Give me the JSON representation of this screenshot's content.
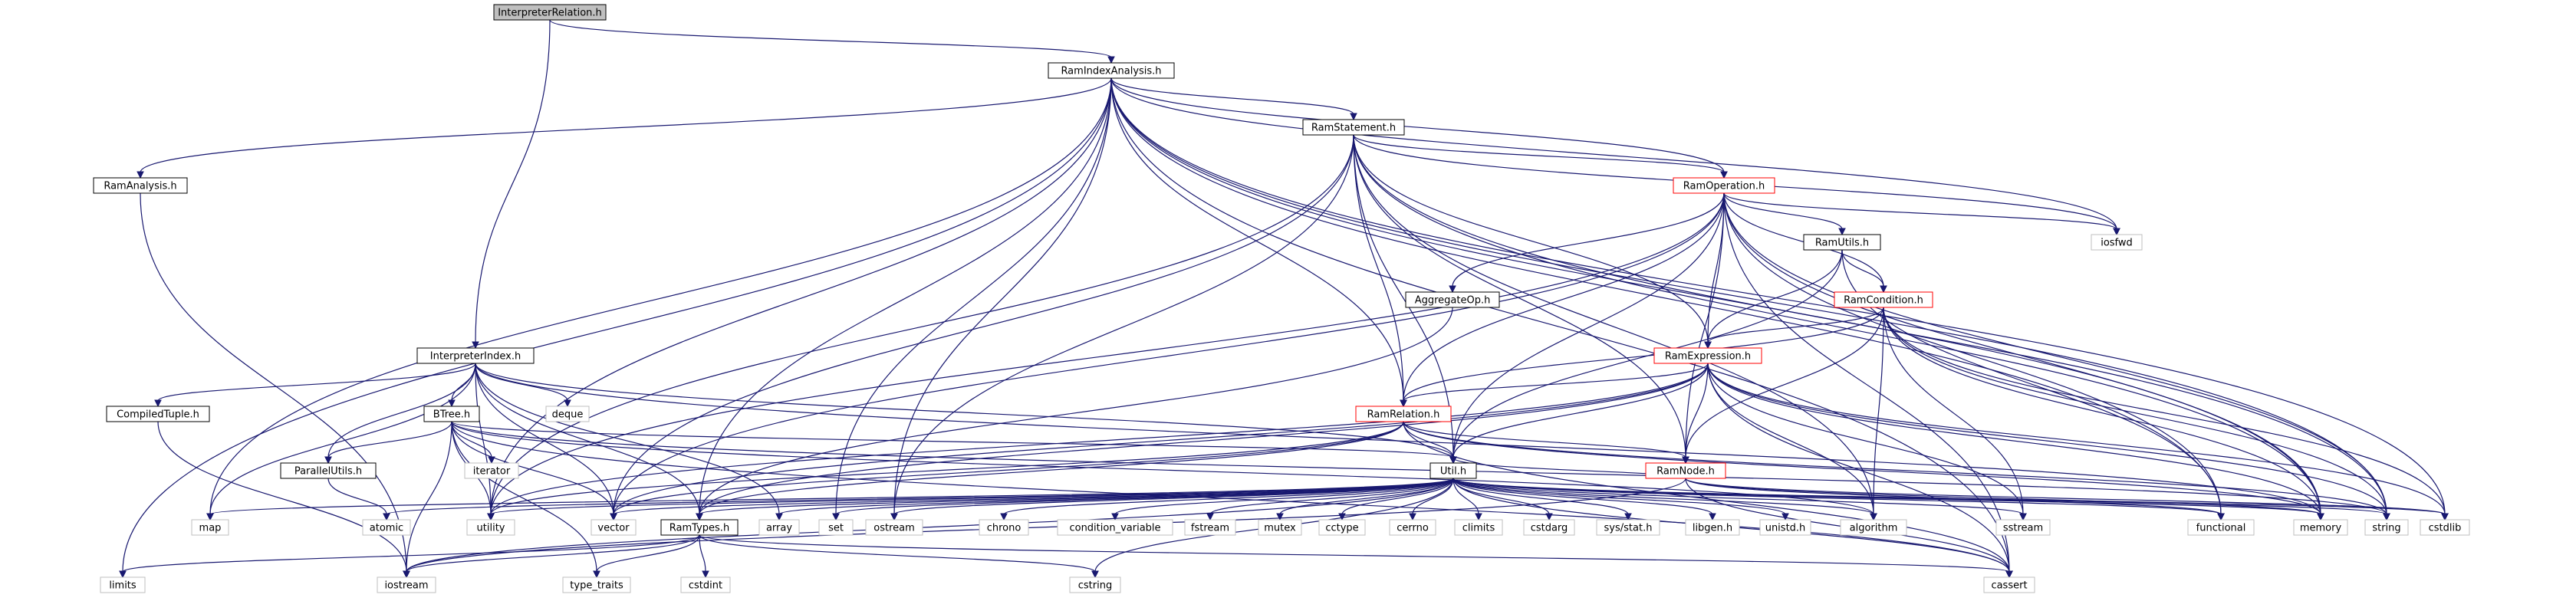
{
  "colors": {
    "edge": "#191970",
    "focus_fill": "#bfbfbf",
    "normal_fill": "#ffffff",
    "normal_border": "#000000",
    "truncated_border": "#ff0000",
    "external_border": "#bfbfbf",
    "text": "#000000",
    "truncated_text": "#000000"
  },
  "nodes": [
    {
      "id": "n_interp_rel",
      "label": "InterpreterRelation.h",
      "kind": "focus",
      "clickable": false
    },
    {
      "id": "n_ramindex",
      "label": "RamIndexAnalysis.h",
      "kind": "normal",
      "clickable": true
    },
    {
      "id": "n_ramstatement",
      "label": "RamStatement.h",
      "kind": "normal",
      "clickable": true
    },
    {
      "id": "n_ramanalysis",
      "label": "RamAnalysis.h",
      "kind": "normal",
      "clickable": true
    },
    {
      "id": "n_interpindex",
      "label": "InterpreterIndex.h",
      "kind": "normal",
      "clickable": true
    },
    {
      "id": "n_ramoperation",
      "label": "RamOperation.h",
      "kind": "truncated",
      "clickable": true
    },
    {
      "id": "n_iosfwd",
      "label": "iosfwd",
      "kind": "external",
      "clickable": false
    },
    {
      "id": "n_ramutils",
      "label": "RamUtils.h",
      "kind": "normal",
      "clickable": true
    },
    {
      "id": "n_aggregateop",
      "label": "AggregateOp.h",
      "kind": "normal",
      "clickable": true
    },
    {
      "id": "n_ramcondition",
      "label": "RamCondition.h",
      "kind": "truncated",
      "clickable": true
    },
    {
      "id": "n_ramexpression",
      "label": "RamExpression.h",
      "kind": "truncated",
      "clickable": true
    },
    {
      "id": "n_compiledtuple",
      "label": "CompiledTuple.h",
      "kind": "normal",
      "clickable": true
    },
    {
      "id": "n_btree",
      "label": "BTree.h",
      "kind": "normal",
      "clickable": true
    },
    {
      "id": "n_deque",
      "label": "deque",
      "kind": "external",
      "clickable": false
    },
    {
      "id": "n_ramrelation",
      "label": "RamRelation.h",
      "kind": "truncated",
      "clickable": true
    },
    {
      "id": "n_parallelutils",
      "label": "ParallelUtils.h",
      "kind": "normal",
      "clickable": true
    },
    {
      "id": "n_iterator",
      "label": "iterator",
      "kind": "external",
      "clickable": false
    },
    {
      "id": "n_util",
      "label": "Util.h",
      "kind": "normal",
      "clickable": true
    },
    {
      "id": "n_ramnode",
      "label": "RamNode.h",
      "kind": "truncated",
      "clickable": true
    },
    {
      "id": "n_map",
      "label": "map",
      "kind": "external",
      "clickable": false
    },
    {
      "id": "n_atomic",
      "label": "atomic",
      "kind": "external",
      "clickable": false
    },
    {
      "id": "n_utility",
      "label": "utility",
      "kind": "external",
      "clickable": false
    },
    {
      "id": "n_vector",
      "label": "vector",
      "kind": "external",
      "clickable": false
    },
    {
      "id": "n_ramtypes",
      "label": "RamTypes.h",
      "kind": "normal",
      "clickable": true
    },
    {
      "id": "n_array",
      "label": "array",
      "kind": "external",
      "clickable": false
    },
    {
      "id": "n_set",
      "label": "set",
      "kind": "external",
      "clickable": false
    },
    {
      "id": "n_ostream",
      "label": "ostream",
      "kind": "external",
      "clickable": false
    },
    {
      "id": "n_chrono",
      "label": "chrono",
      "kind": "external",
      "clickable": false
    },
    {
      "id": "n_condvar",
      "label": "condition_variable",
      "kind": "external",
      "clickable": false
    },
    {
      "id": "n_fstream",
      "label": "fstream",
      "kind": "external",
      "clickable": false
    },
    {
      "id": "n_mutex",
      "label": "mutex",
      "kind": "external",
      "clickable": false
    },
    {
      "id": "n_cctype",
      "label": "cctype",
      "kind": "external",
      "clickable": false
    },
    {
      "id": "n_cerrno",
      "label": "cerrno",
      "kind": "external",
      "clickable": false
    },
    {
      "id": "n_climits",
      "label": "climits",
      "kind": "external",
      "clickable": false
    },
    {
      "id": "n_cstdarg",
      "label": "cstdarg",
      "kind": "external",
      "clickable": false
    },
    {
      "id": "n_sysstat",
      "label": "sys/stat.h",
      "kind": "external",
      "clickable": false
    },
    {
      "id": "n_libgen",
      "label": "libgen.h",
      "kind": "external",
      "clickable": false
    },
    {
      "id": "n_unistd",
      "label": "unistd.h",
      "kind": "external",
      "clickable": false
    },
    {
      "id": "n_algorithm",
      "label": "algorithm",
      "kind": "external",
      "clickable": false
    },
    {
      "id": "n_sstream",
      "label": "sstream",
      "kind": "external",
      "clickable": false
    },
    {
      "id": "n_functional",
      "label": "functional",
      "kind": "external",
      "clickable": false
    },
    {
      "id": "n_memory",
      "label": "memory",
      "kind": "external",
      "clickable": false
    },
    {
      "id": "n_string",
      "label": "string",
      "kind": "external",
      "clickable": false
    },
    {
      "id": "n_cstdlib",
      "label": "cstdlib",
      "kind": "external",
      "clickable": false
    },
    {
      "id": "n_limits",
      "label": "limits",
      "kind": "external",
      "clickable": false
    },
    {
      "id": "n_iostream",
      "label": "iostream",
      "kind": "external",
      "clickable": false
    },
    {
      "id": "n_typetraits",
      "label": "type_traits",
      "kind": "external",
      "clickable": false
    },
    {
      "id": "n_cstdint",
      "label": "cstdint",
      "kind": "external",
      "clickable": false
    },
    {
      "id": "n_cstring",
      "label": "cstring",
      "kind": "external",
      "clickable": false
    },
    {
      "id": "n_cassert",
      "label": "cassert",
      "kind": "external",
      "clickable": false
    }
  ],
  "edges": [
    [
      "n_interp_rel",
      "n_ramindex"
    ],
    [
      "n_interp_rel",
      "n_interpindex"
    ],
    [
      "n_ramindex",
      "n_ramstatement"
    ],
    [
      "n_ramindex",
      "n_ramanalysis"
    ],
    [
      "n_ramindex",
      "n_ramoperation"
    ],
    [
      "n_ramindex",
      "n_ramrelation"
    ],
    [
      "n_ramindex",
      "n_ramtypes"
    ],
    [
      "n_ramindex",
      "n_iosfwd"
    ],
    [
      "n_ramindex",
      "n_map"
    ],
    [
      "n_ramindex",
      "n_utility"
    ],
    [
      "n_ramindex",
      "n_set"
    ],
    [
      "n_ramindex",
      "n_limits"
    ],
    [
      "n_ramindex",
      "n_memory"
    ],
    [
      "n_ramindex",
      "n_string"
    ],
    [
      "n_ramindex",
      "n_cstdlib"
    ],
    [
      "n_ramindex",
      "n_cassert"
    ],
    [
      "n_ramindex",
      "n_functional"
    ],
    [
      "n_ramindex",
      "n_ostream"
    ],
    [
      "n_ramstatement",
      "n_ramoperation"
    ],
    [
      "n_ramstatement",
      "n_ramexpression"
    ],
    [
      "n_ramstatement",
      "n_ramrelation"
    ],
    [
      "n_ramstatement",
      "n_ramnode"
    ],
    [
      "n_ramstatement",
      "n_util"
    ],
    [
      "n_ramstatement",
      "n_vector"
    ],
    [
      "n_ramstatement",
      "n_utility"
    ],
    [
      "n_ramstatement",
      "n_string"
    ],
    [
      "n_ramstatement",
      "n_memory"
    ],
    [
      "n_ramstatement",
      "n_ostream"
    ],
    [
      "n_ramstatement",
      "n_algorithm"
    ],
    [
      "n_ramstatement",
      "n_iosfwd"
    ],
    [
      "n_ramanalysis",
      "n_iostream"
    ],
    [
      "n_interpindex",
      "n_compiledtuple"
    ],
    [
      "n_interpindex",
      "n_btree"
    ],
    [
      "n_interpindex",
      "n_deque"
    ],
    [
      "n_interpindex",
      "n_parallelutils"
    ],
    [
      "n_interpindex",
      "n_ramtypes"
    ],
    [
      "n_interpindex",
      "n_util"
    ],
    [
      "n_interpindex",
      "n_map"
    ],
    [
      "n_interpindex",
      "n_utility"
    ],
    [
      "n_interpindex",
      "n_vector"
    ],
    [
      "n_interpindex",
      "n_array"
    ],
    [
      "n_interpindex",
      "n_memory"
    ],
    [
      "n_ramoperation",
      "n_ramutils"
    ],
    [
      "n_ramoperation",
      "n_aggregateop"
    ],
    [
      "n_ramoperation",
      "n_ramcondition"
    ],
    [
      "n_ramoperation",
      "n_ramexpression"
    ],
    [
      "n_ramoperation",
      "n_ramrelation"
    ],
    [
      "n_ramoperation",
      "n_ramnode"
    ],
    [
      "n_ramoperation",
      "n_util"
    ],
    [
      "n_ramoperation",
      "n_iosfwd"
    ],
    [
      "n_ramoperation",
      "n_vector"
    ],
    [
      "n_ramoperation",
      "n_functional"
    ],
    [
      "n_ramoperation",
      "n_memory"
    ],
    [
      "n_ramoperation",
      "n_string"
    ],
    [
      "n_ramoperation",
      "n_cassert"
    ],
    [
      "n_ramoperation",
      "n_utility"
    ],
    [
      "n_ramutils",
      "n_ramcondition"
    ],
    [
      "n_ramutils",
      "n_ramexpression"
    ],
    [
      "n_ramutils",
      "n_util"
    ],
    [
      "n_ramutils",
      "n_functional"
    ],
    [
      "n_aggregateop",
      "n_ramtypes"
    ],
    [
      "n_ramcondition",
      "n_ramexpression"
    ],
    [
      "n_ramcondition",
      "n_ramrelation"
    ],
    [
      "n_ramcondition",
      "n_ramnode"
    ],
    [
      "n_ramcondition",
      "n_algorithm"
    ],
    [
      "n_ramcondition",
      "n_sstream"
    ],
    [
      "n_ramcondition",
      "n_string"
    ],
    [
      "n_ramcondition",
      "n_cstdlib"
    ],
    [
      "n_ramcondition",
      "n_memory"
    ],
    [
      "n_ramexpression",
      "n_ramrelation"
    ],
    [
      "n_ramexpression",
      "n_ramnode"
    ],
    [
      "n_ramexpression",
      "n_util"
    ],
    [
      "n_ramexpression",
      "n_ramtypes"
    ],
    [
      "n_ramexpression",
      "n_vector"
    ],
    [
      "n_ramexpression",
      "n_algorithm"
    ],
    [
      "n_ramexpression",
      "n_cassert"
    ],
    [
      "n_ramexpression",
      "n_memory"
    ],
    [
      "n_ramexpression",
      "n_sstream"
    ],
    [
      "n_ramexpression",
      "n_string"
    ],
    [
      "n_ramexpression",
      "n_cstdlib"
    ],
    [
      "n_ramexpression",
      "n_utility"
    ],
    [
      "n_compiledtuple",
      "n_iostream"
    ],
    [
      "n_btree",
      "n_parallelutils"
    ],
    [
      "n_btree",
      "n_iterator"
    ],
    [
      "n_btree",
      "n_util"
    ],
    [
      "n_btree",
      "n_iostream"
    ],
    [
      "n_btree",
      "n_utility"
    ],
    [
      "n_btree",
      "n_vector"
    ],
    [
      "n_btree",
      "n_typetraits"
    ],
    [
      "n_btree",
      "n_cassert"
    ],
    [
      "n_btree",
      "n_algorithm"
    ],
    [
      "n_btree",
      "n_string"
    ],
    [
      "n_ramrelation",
      "n_ramnode"
    ],
    [
      "n_ramrelation",
      "n_util"
    ],
    [
      "n_ramrelation",
      "n_ramtypes"
    ],
    [
      "n_ramrelation",
      "n_utility"
    ],
    [
      "n_ramrelation",
      "n_vector"
    ],
    [
      "n_ramrelation",
      "n_string"
    ],
    [
      "n_ramrelation",
      "n_memory"
    ],
    [
      "n_ramrelation",
      "n_cassert"
    ],
    [
      "n_parallelutils",
      "n_atomic"
    ],
    [
      "n_ramnode",
      "n_iostream"
    ],
    [
      "n_ramnode",
      "n_functional"
    ],
    [
      "n_ramnode",
      "n_memory"
    ],
    [
      "n_ramnode",
      "n_cstdlib"
    ],
    [
      "n_ramnode",
      "n_cassert"
    ],
    [
      "n_ramnode",
      "n_util"
    ],
    [
      "n_util",
      "n_map"
    ],
    [
      "n_util",
      "n_atomic"
    ],
    [
      "n_util",
      "n_utility"
    ],
    [
      "n_util",
      "n_vector"
    ],
    [
      "n_util",
      "n_ramtypes"
    ],
    [
      "n_util",
      "n_array"
    ],
    [
      "n_util",
      "n_set"
    ],
    [
      "n_util",
      "n_ostream"
    ],
    [
      "n_util",
      "n_chrono"
    ],
    [
      "n_util",
      "n_condvar"
    ],
    [
      "n_util",
      "n_fstream"
    ],
    [
      "n_util",
      "n_mutex"
    ],
    [
      "n_util",
      "n_cctype"
    ],
    [
      "n_util",
      "n_cerrno"
    ],
    [
      "n_util",
      "n_climits"
    ],
    [
      "n_util",
      "n_cstdarg"
    ],
    [
      "n_util",
      "n_sysstat"
    ],
    [
      "n_util",
      "n_libgen"
    ],
    [
      "n_util",
      "n_unistd"
    ],
    [
      "n_util",
      "n_algorithm"
    ],
    [
      "n_util",
      "n_sstream"
    ],
    [
      "n_util",
      "n_functional"
    ],
    [
      "n_util",
      "n_memory"
    ],
    [
      "n_util",
      "n_string"
    ],
    [
      "n_util",
      "n_cstdlib"
    ],
    [
      "n_util",
      "n_iostream"
    ],
    [
      "n_util",
      "n_cstring"
    ],
    [
      "n_util",
      "n_cassert"
    ],
    [
      "n_ramtypes",
      "n_limits"
    ],
    [
      "n_ramtypes",
      "n_iostream"
    ],
    [
      "n_ramtypes",
      "n_typetraits"
    ],
    [
      "n_ramtypes",
      "n_cstdint"
    ],
    [
      "n_ramtypes",
      "n_cstring"
    ],
    [
      "n_ramtypes",
      "n_cassert"
    ]
  ]
}
